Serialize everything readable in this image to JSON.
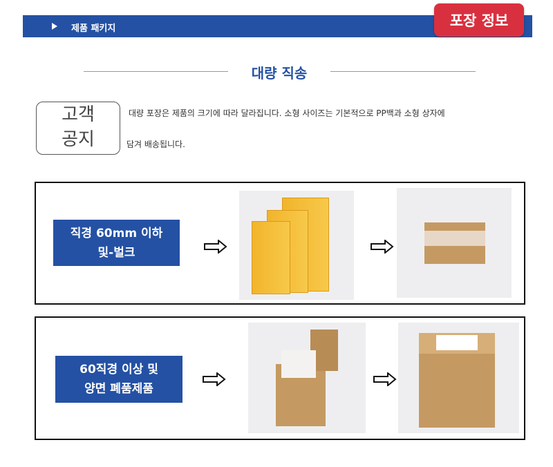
{
  "header": {
    "section_label": "제품 패키지",
    "badge": "포장 정보"
  },
  "title": "대량 직송",
  "notice": {
    "label_line1": "고객",
    "label_line2": "공지",
    "text_line1": "대량 포장은 제품의 크기에 따라 달라집니다. 소형 사이즈는 기본적으로 PP백과 소형 상자에",
    "text_line2": "담겨 배송됩니다."
  },
  "panels": [
    {
      "label_line1": "직경 60mm 이하",
      "label_line2": "및-벌크"
    },
    {
      "label_line1": "60직경 이상 및",
      "label_line2": "양면 폐품제품"
    }
  ],
  "colors": {
    "blue": "#2451a4",
    "red": "#d9303f"
  }
}
